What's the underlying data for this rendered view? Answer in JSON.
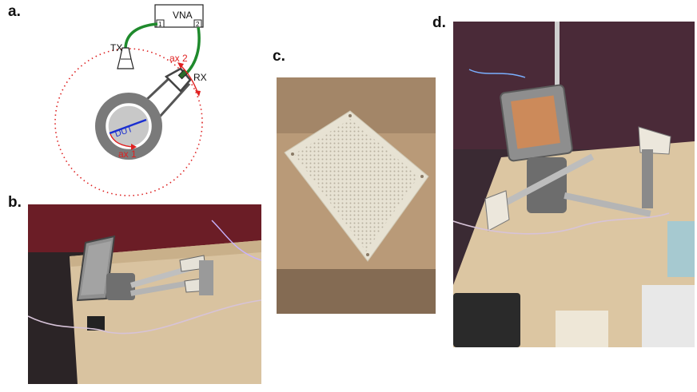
{
  "panels": {
    "a": {
      "label": "a.",
      "vna": "VNA",
      "port1": "1",
      "port2": "2",
      "tx": "TX",
      "rx": "RX",
      "ax1": "ax 1",
      "ax2": "ax 2",
      "dut": "DUT"
    },
    "b": {
      "label": "b."
    },
    "c": {
      "label": "c."
    },
    "d": {
      "label": "d."
    }
  },
  "colors": {
    "cable": "#1f8a2c",
    "axis": "#e02020",
    "dut": "#1a2fd0",
    "mount": "#8c8c8c",
    "orbit": "#d22"
  }
}
